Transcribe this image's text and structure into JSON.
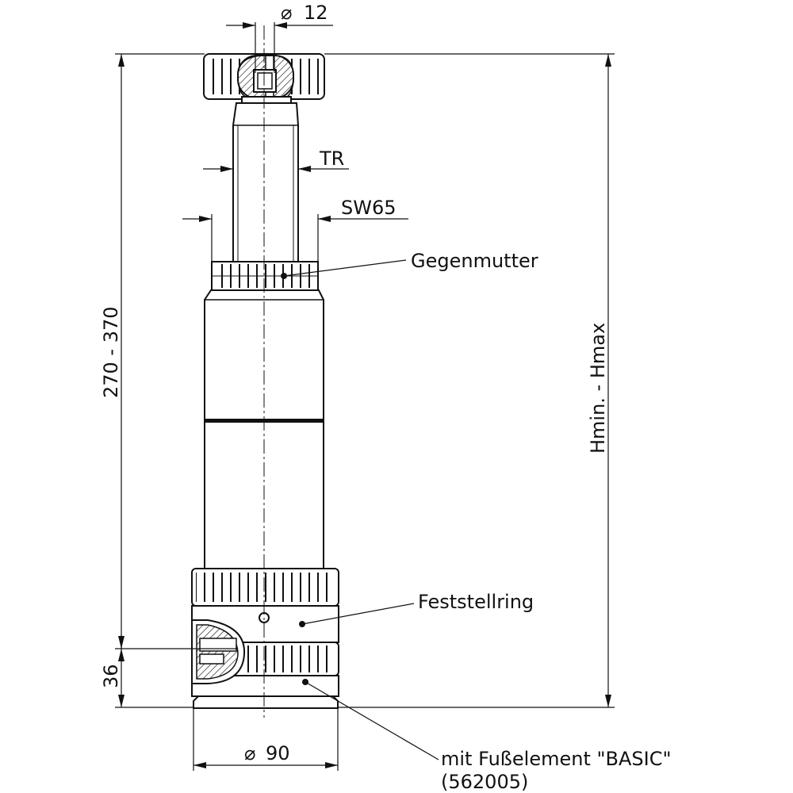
{
  "drawing": {
    "dimensions": {
      "pin_diameter": "12",
      "thread": "TR",
      "wrench_size": "SW65",
      "height_range": "270 - 370",
      "height_symbolic": "Hmin. - Hmax",
      "base_height": "36",
      "base_diameter": "90"
    },
    "callouts": {
      "lock_nut": "Gegenmutter",
      "locking_ring": "Feststellring",
      "foot_element": "mit Fußelement \"BASIC\"",
      "foot_part_no": "(562005)"
    },
    "symbols": {
      "diameter": "⌀"
    }
  }
}
